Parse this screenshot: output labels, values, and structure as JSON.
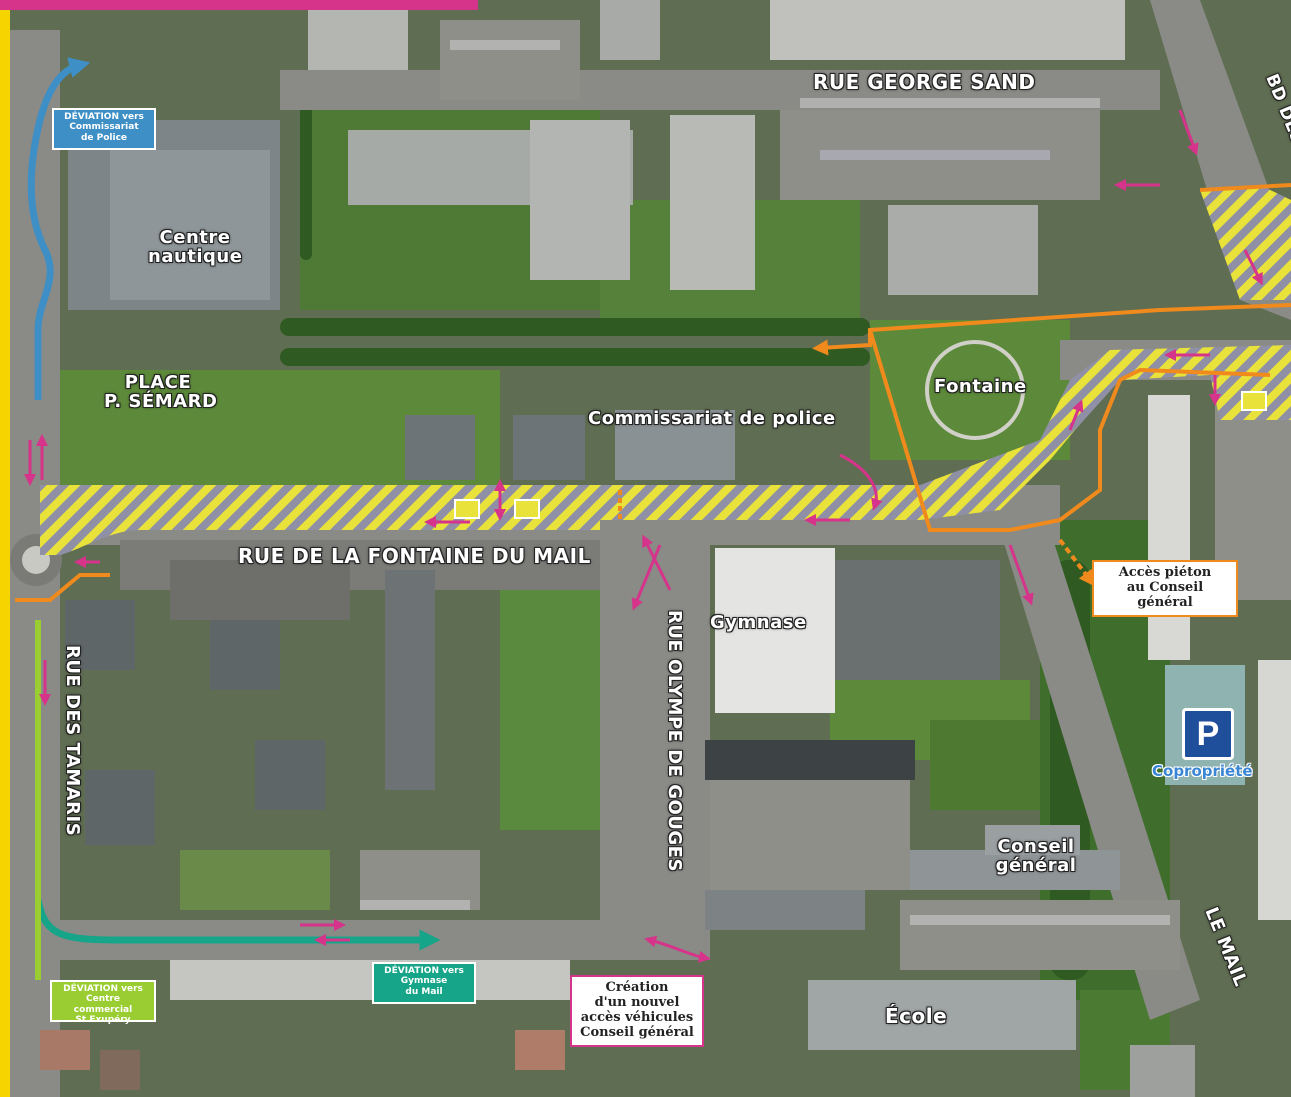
{
  "streets": {
    "george_sand": "RUE GEORGE SAND",
    "valendons": "BD DES VALENDONS",
    "fontaine_du_mail": "RUE DE LA FONTAINE DU MAIL",
    "olympe": "RUE OLYMPE DE GOUGES",
    "tamaris": "RUE DES TAMARIS",
    "le_mail": "LE MAIL"
  },
  "places": {
    "semard_1": "PLACE",
    "semard_2": "P. SÉMARD"
  },
  "pois": {
    "centre_nautique_1": "Centre",
    "centre_nautique_2": "nautique",
    "commissariat": "Commissariat de police",
    "fontaine": "Fontaine",
    "gymnase": "Gymnase",
    "conseil_1": "Conseil",
    "conseil_2": "général",
    "ecole": "École"
  },
  "signs": {
    "deviation_police": [
      "DÉVIATION vers",
      "Commissariat",
      "de Police"
    ],
    "deviation_gymnase": [
      "DÉVIATION vers",
      "Gymnase",
      "du Mail"
    ],
    "deviation_centre": [
      "DÉVIATION vers",
      "Centre commercial",
      "St Exupéry"
    ]
  },
  "notes": {
    "acces_pieton": [
      "Accès piéton",
      "au Conseil général"
    ],
    "creation_acces": [
      "Création",
      "d'un nouvel",
      "accès véhicules",
      "Conseil général"
    ]
  },
  "parking": {
    "symbol": "P",
    "label": "Copropriété"
  },
  "colors": {
    "deviation_police": "#3d8fc6",
    "deviation_gymnase": "#17a589",
    "deviation_centre": "#9acd32",
    "pedestrian_route": "#f08a1c",
    "work_zone_stripe_a": "#e8e23a",
    "work_zone_stripe_b": "#8f90a6",
    "traffic_arrows": "#d6338a",
    "header_bar": "#d6338a",
    "left_border": "#f5d400"
  }
}
